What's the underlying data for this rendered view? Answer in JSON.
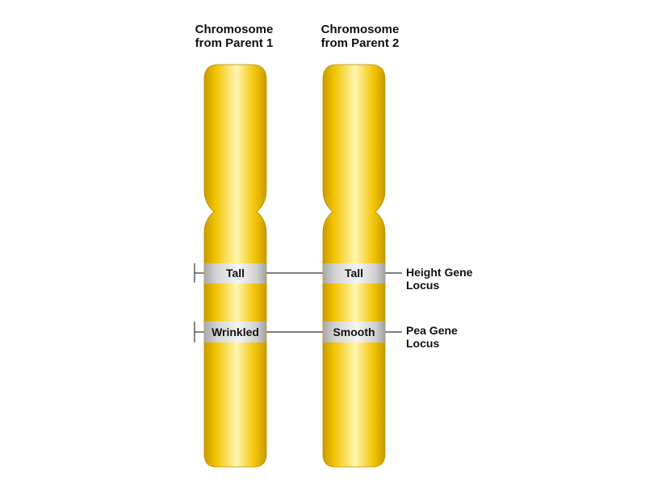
{
  "chromosome_1": {
    "title_line1": "Chromosome",
    "title_line2": "from Parent 1",
    "band_height": "Tall",
    "band_pea": "Wrinkled"
  },
  "chromosome_2": {
    "title_line1": "Chromosome",
    "title_line2": "from Parent 2",
    "band_height": "Tall",
    "band_pea": "Smooth"
  },
  "loci": {
    "height_line1": "Height Gene",
    "height_line2": "Locus",
    "pea_line1": "Pea Gene",
    "pea_line2": "Locus"
  },
  "colors": {
    "chromosome_yellow": "#f2c300",
    "chromosome_highlight": "#fff6b0",
    "chromosome_shadow": "#c99b00",
    "band_gray": "#d4d4d4",
    "line": "#333333"
  }
}
